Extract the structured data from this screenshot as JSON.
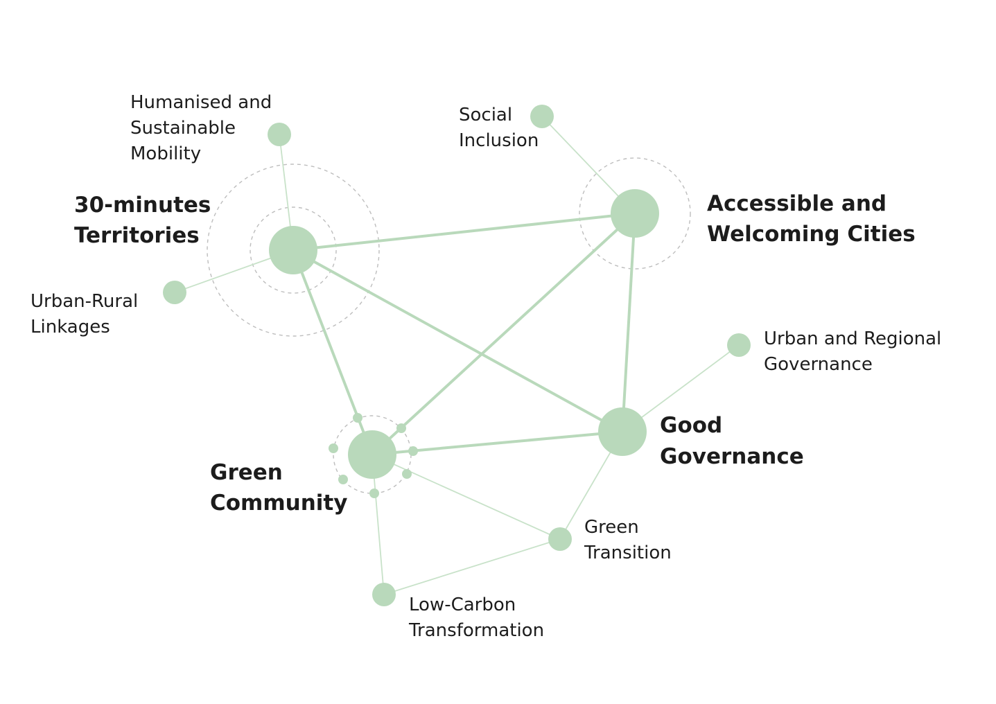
{
  "diagram": {
    "colors": {
      "node": "#b9d9bb",
      "major_link": "#b9d9bb",
      "minor_link": "#c8e2c9",
      "ring": "#bdbdbd",
      "text": "#1c1c1c",
      "background": "#ffffff"
    },
    "major_nodes": [
      {
        "id": "territories",
        "lines": [
          "30-minutes",
          "Territories"
        ]
      },
      {
        "id": "accessible",
        "lines": [
          "Accessible and",
          "Welcoming Cities"
        ]
      },
      {
        "id": "governance",
        "lines": [
          "Good",
          "Governance"
        ]
      },
      {
        "id": "community",
        "lines": [
          "Green",
          "Community"
        ]
      }
    ],
    "minor_nodes": [
      {
        "id": "mobility",
        "lines": [
          "Humanised and",
          "Sustainable",
          "Mobility"
        ]
      },
      {
        "id": "urban_rural",
        "lines": [
          "Urban-Rural",
          "Linkages"
        ]
      },
      {
        "id": "social",
        "lines": [
          "Social",
          "Inclusion"
        ]
      },
      {
        "id": "regional_gov",
        "lines": [
          "Urban and Regional",
          "Governance"
        ]
      },
      {
        "id": "green_transition",
        "lines": [
          "Green",
          "Transition"
        ]
      },
      {
        "id": "low_carbon",
        "lines": [
          "Low-Carbon",
          "Transformation"
        ]
      }
    ],
    "major_links": [
      [
        "territories",
        "accessible"
      ],
      [
        "territories",
        "governance"
      ],
      [
        "territories",
        "community"
      ],
      [
        "accessible",
        "governance"
      ],
      [
        "accessible",
        "community"
      ],
      [
        "community",
        "governance"
      ]
    ],
    "minor_links": [
      [
        "territories",
        "mobility"
      ],
      [
        "territories",
        "urban_rural"
      ],
      [
        "accessible",
        "social"
      ],
      [
        "governance",
        "regional_gov"
      ],
      [
        "governance",
        "green_transition"
      ],
      [
        "community",
        "green_transition"
      ],
      [
        "community",
        "low_carbon"
      ],
      [
        "green_transition",
        "low_carbon"
      ]
    ]
  }
}
